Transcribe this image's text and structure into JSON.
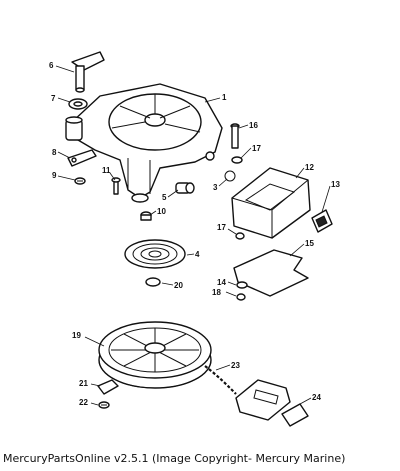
{
  "caption": "MercuryPartsOnline v2.5.1 (Image Copyright- Mercury Marine)",
  "callouts": {
    "c1": "1",
    "c3": "3",
    "c4": "4",
    "c5": "5",
    "c6": "6",
    "c7": "7",
    "c8": "8",
    "c9": "9",
    "c10": "10",
    "c11": "11",
    "c12": "12",
    "c13": "13",
    "c14": "14",
    "c15": "15",
    "c16": "16",
    "c17a": "17",
    "c17b": "17",
    "c18": "18",
    "c19": "19",
    "c20": "20",
    "c21": "21",
    "c22": "22",
    "c23": "23",
    "c24": "24"
  }
}
